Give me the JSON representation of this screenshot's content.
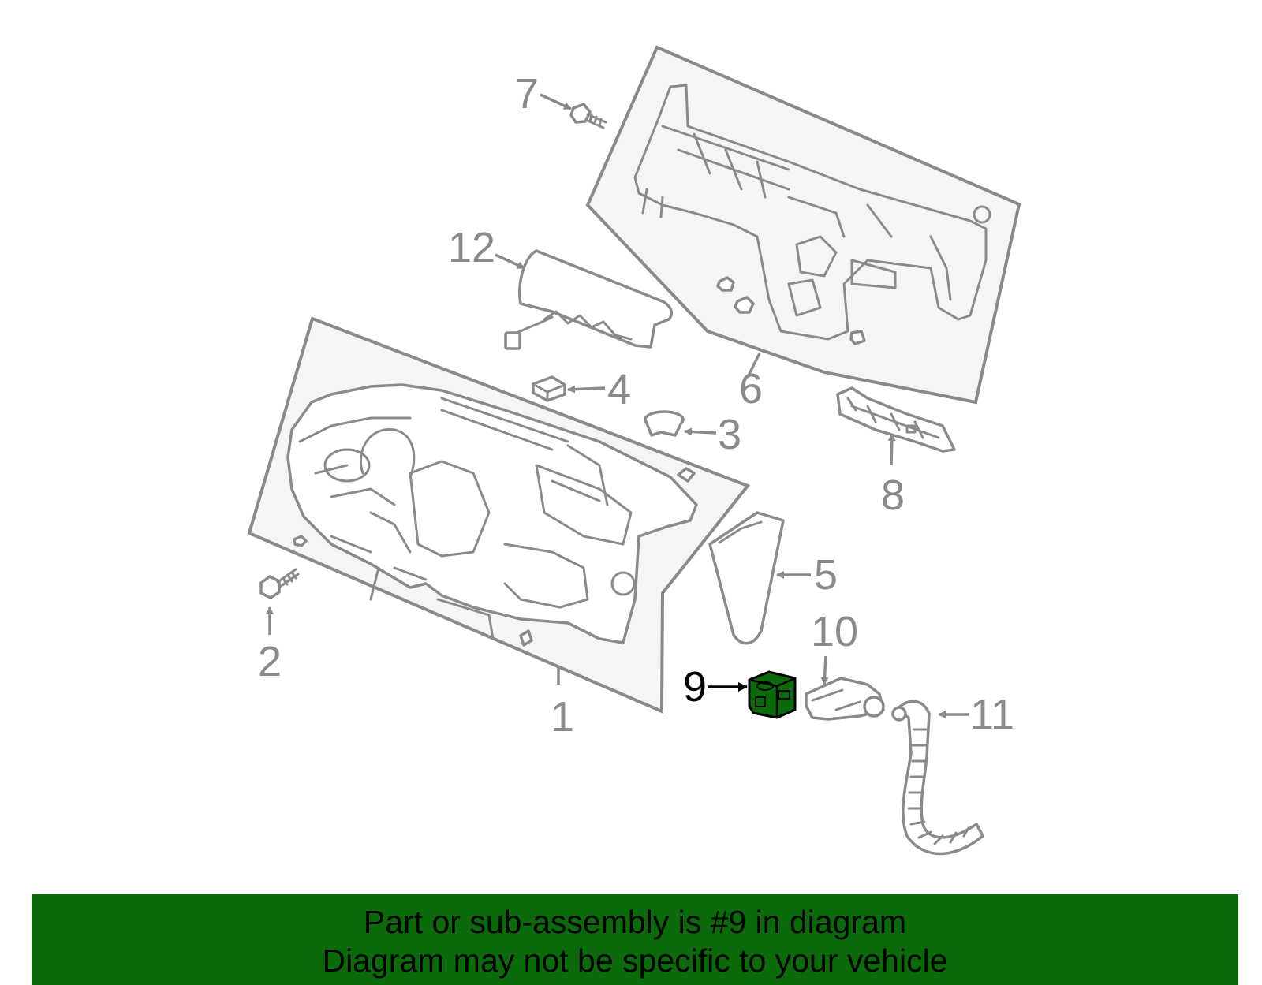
{
  "diagram": {
    "callouts": {
      "c1": "1",
      "c2": "2",
      "c3": "3",
      "c4": "4",
      "c5": "5",
      "c6": "6",
      "c7": "7",
      "c8": "8",
      "c9": "9",
      "c10": "10",
      "c11": "11",
      "c12": "12"
    },
    "highlighted_part": "9",
    "colors": {
      "highlight": "#0b6b0b",
      "line": "#8a8a8a",
      "panel": "#f5f5f5"
    }
  },
  "banner": {
    "line1": "Part or sub-assembly is #9 in diagram",
    "line2": "Diagram may not be specific to your vehicle"
  }
}
